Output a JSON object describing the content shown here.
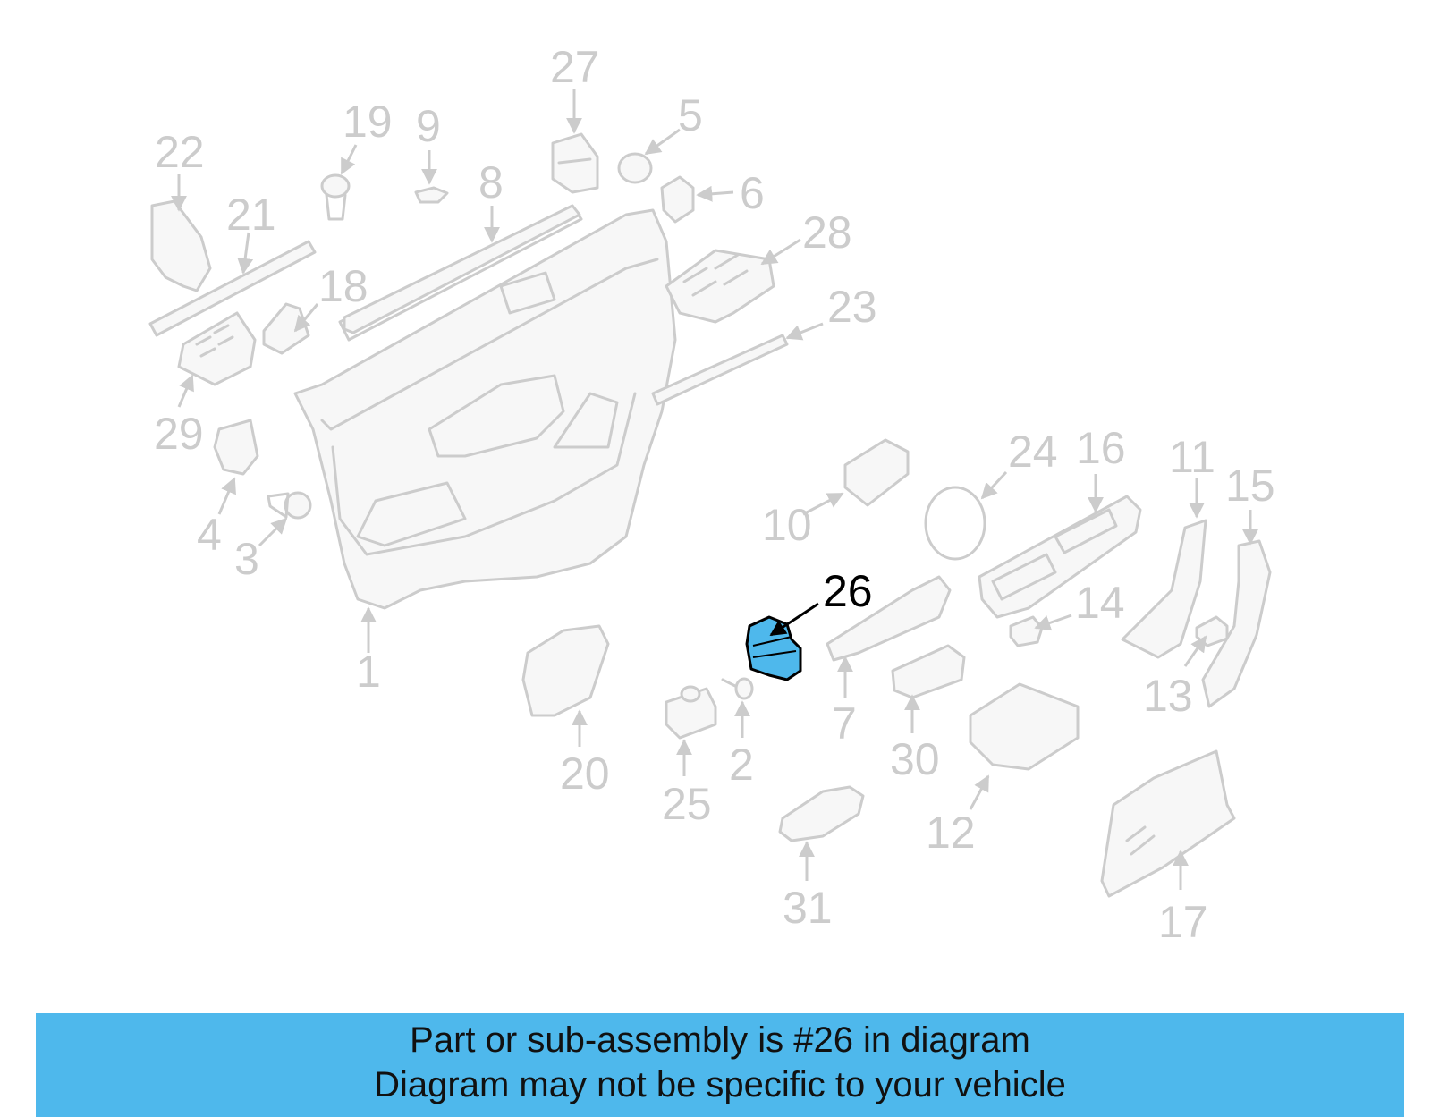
{
  "callouts": {
    "c1": "1",
    "c2": "2",
    "c3": "3",
    "c4": "4",
    "c5": "5",
    "c6": "6",
    "c7": "7",
    "c8": "8",
    "c9": "9",
    "c10": "10",
    "c11": "11",
    "c12": "12",
    "c13": "13",
    "c14": "14",
    "c15": "15",
    "c16": "16",
    "c17": "17",
    "c18": "18",
    "c19": "19",
    "c20": "20",
    "c21": "21",
    "c22": "22",
    "c23": "23",
    "c24": "24",
    "c25": "25",
    "c26": "26",
    "c27": "27",
    "c28": "28",
    "c29": "29",
    "c30": "30",
    "c31": "31"
  },
  "highlight_color": "#4eb8ec",
  "banner": {
    "line1": "Part or sub-assembly is #26 in diagram",
    "line2": "Diagram may not be specific to your vehicle",
    "color": "#4eb8ec"
  }
}
